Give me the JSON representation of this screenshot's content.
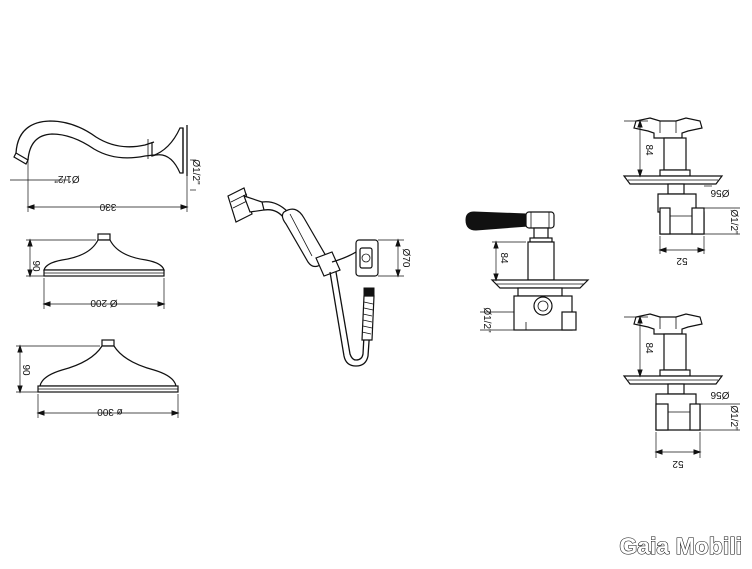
{
  "brand": "Gaia Mobili",
  "dimensions": {
    "spout_length": "330",
    "spout_thread": "Ø1/2\"",
    "spout_outlet": "Ø1/2\"",
    "head_small_height": "90",
    "head_small_diameter": "Ø 200",
    "head_large_height": "90",
    "head_large_diameter": "ø 300",
    "hand_shower_outlet": "Ø70",
    "diverter_height": "84",
    "diverter_thread": "Ø1/2\"",
    "valve_top_height": "84",
    "valve_top_flange": "Ø56",
    "valve_top_thread": "Ø1/2\"",
    "valve_top_width": "52",
    "valve_bottom_height": "84",
    "valve_bottom_flange": "Ø56",
    "valve_bottom_thread": "Ø1/2\"",
    "valve_bottom_width": "52"
  }
}
